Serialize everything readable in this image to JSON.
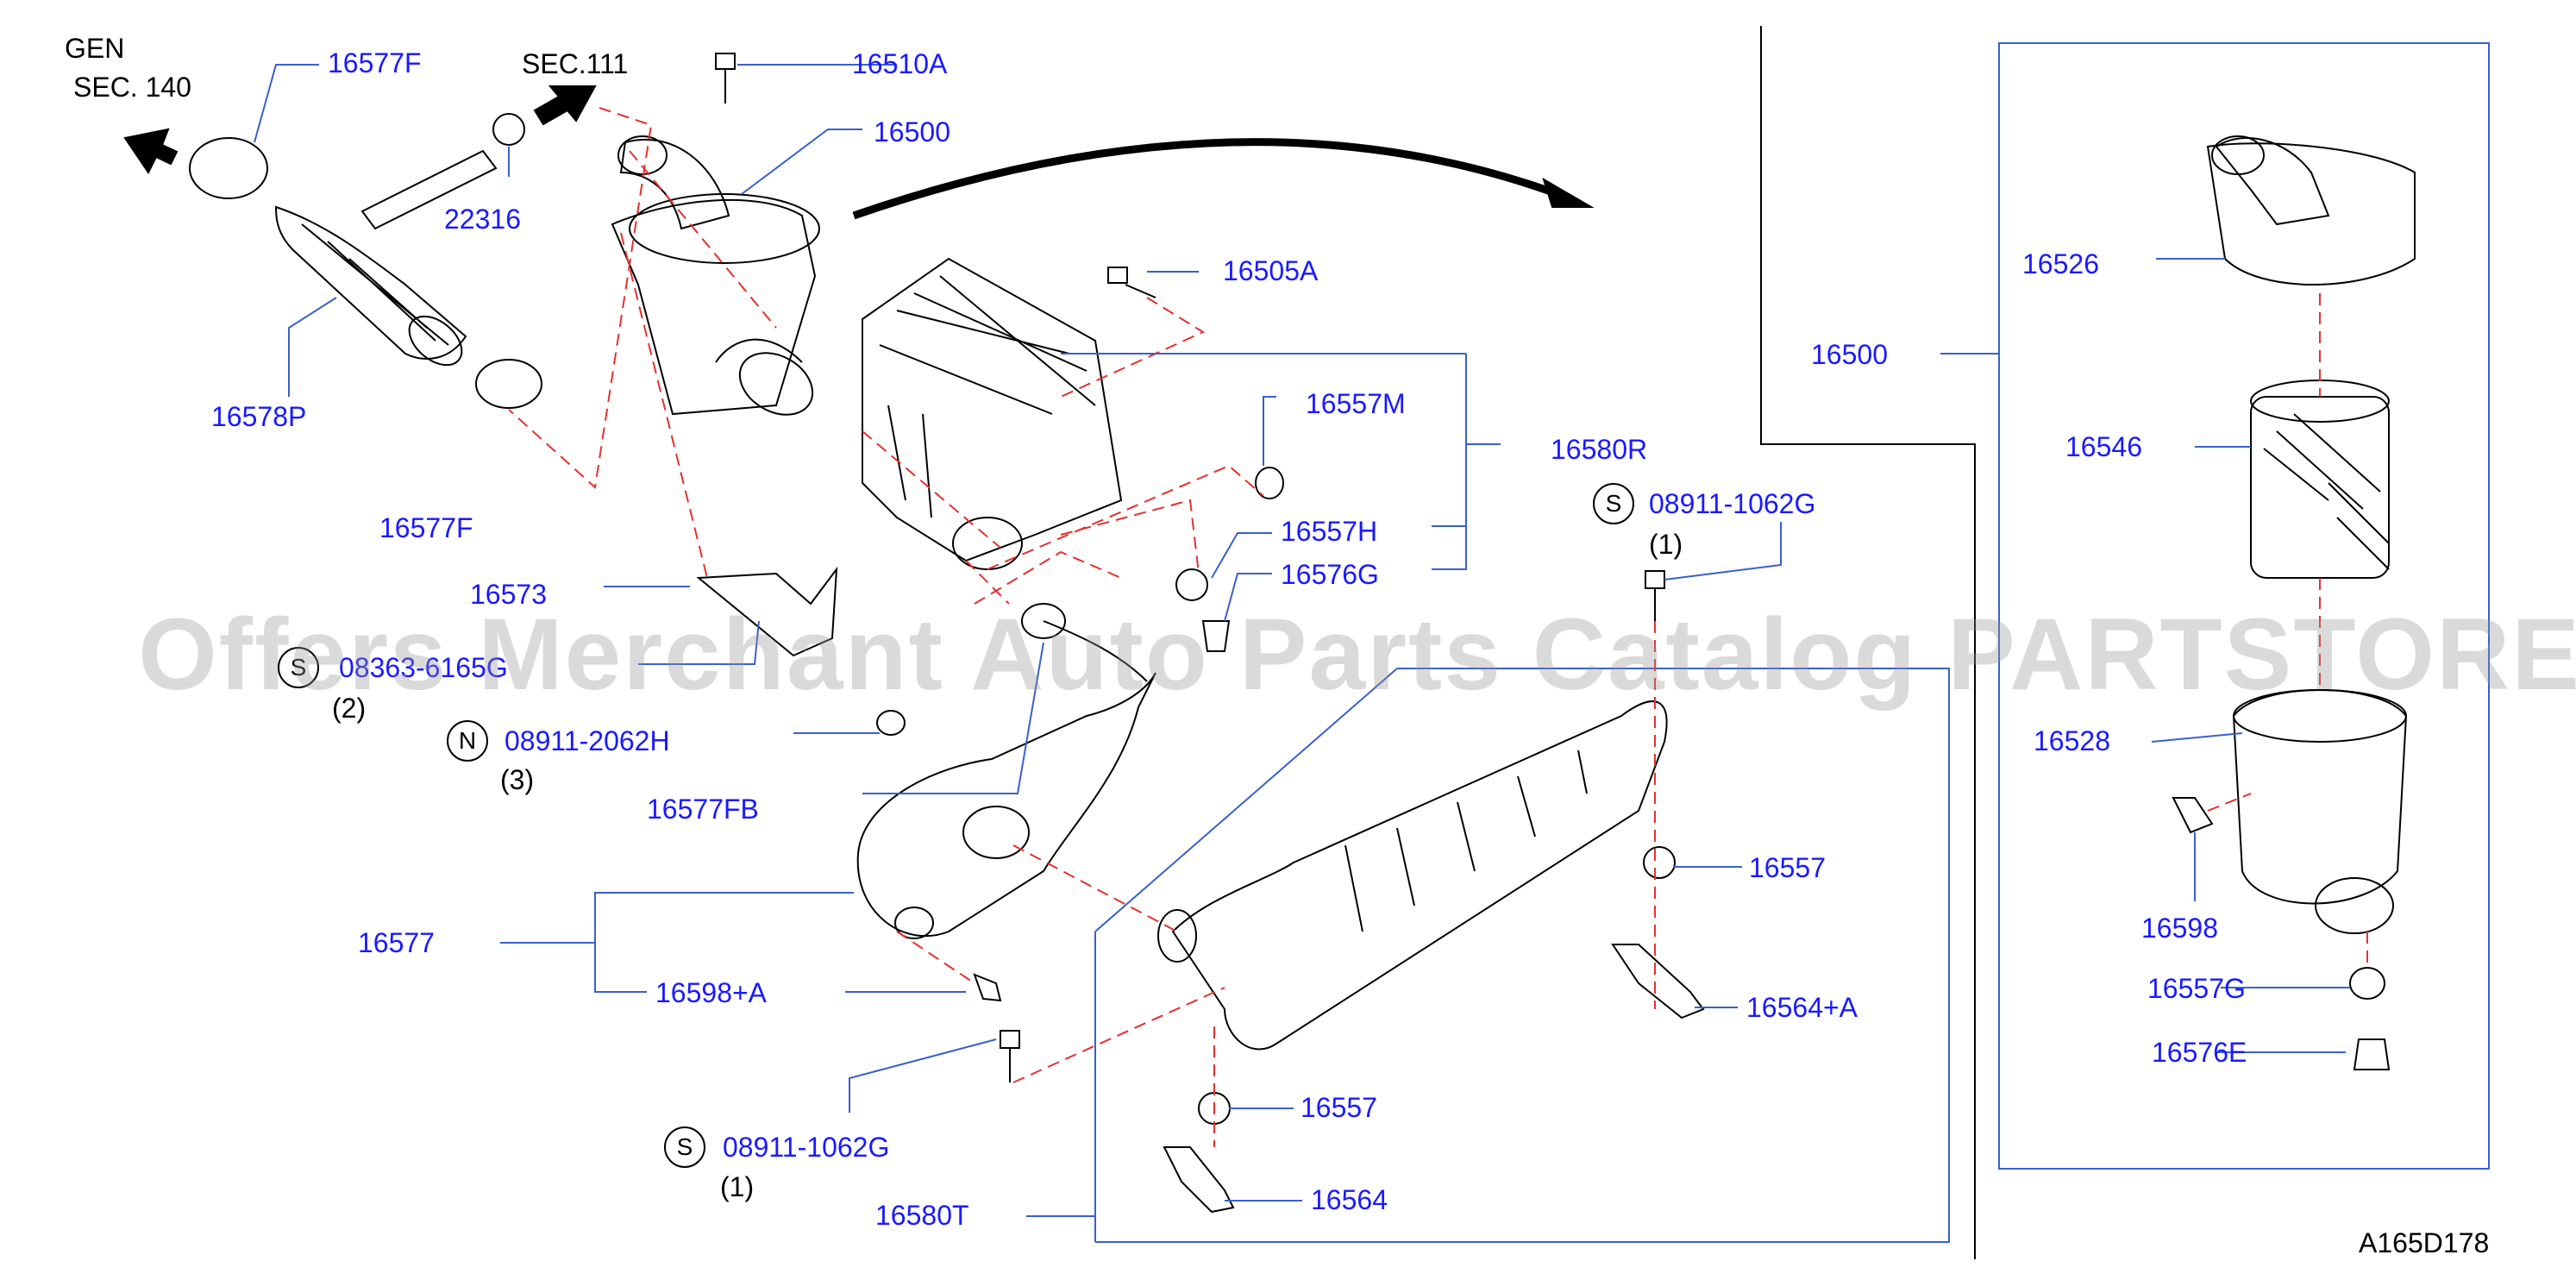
{
  "colors": {
    "label": "#1a1aff",
    "ink": "#000000",
    "leader": "#e53030",
    "watermark": "#969696"
  },
  "refs": {
    "gen": "GEN",
    "sec140": "SEC.  140",
    "sec111": "SEC.111"
  },
  "labels": {
    "p16577F_top": "16577F",
    "p16510A": "16510A",
    "p16500_main": "16500",
    "p22316": "22316",
    "p16578P": "16578P",
    "p16505A": "16505A",
    "p16557M": "16557M",
    "p16580R": "16580R",
    "p16577F_bot": "16577F",
    "p08911_1062G_top": "08911-1062G",
    "p16557H": "16557H",
    "p16573": "16573",
    "p16576G": "16576G",
    "p08363": "08363-6165G",
    "p08911_2062H": "08911-2062H",
    "p16577FB": "16577FB",
    "p16577": "16577",
    "p16598A": "16598+A",
    "p16557_right": "16557",
    "p16564A": "16564+A",
    "p08911_1062G_bot": "08911-1062G",
    "p16557_low": "16557",
    "p16564": "16564",
    "p16580T": "16580T",
    "p16500_detail": "16500",
    "p16526": "16526",
    "p16546": "16546",
    "p16528": "16528",
    "p16598": "16598",
    "p16557G": "16557G",
    "p16576E": "16576E",
    "code": "A165D178"
  },
  "qty": {
    "q2": "(2)",
    "q3": "(3)",
    "q1_top": "(1)",
    "q1_bot": "(1)"
  },
  "symbols": {
    "s_top": "S",
    "s_08363": "S",
    "n_2062H": "N",
    "s_bot": "S"
  },
  "watermark": "Offers Merchant Auto Parts Catalog PARTSTORE.SA"
}
